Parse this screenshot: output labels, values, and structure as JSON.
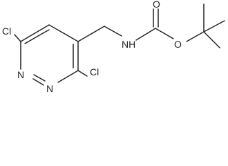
{
  "molecule": {
    "atoms": {
      "cl_left": "Cl",
      "cl_right": "Cl",
      "n_ring_1": "N",
      "n_ring_2": "N",
      "nh": "NH",
      "o_carbonyl": "O",
      "o_ester": "O"
    }
  }
}
